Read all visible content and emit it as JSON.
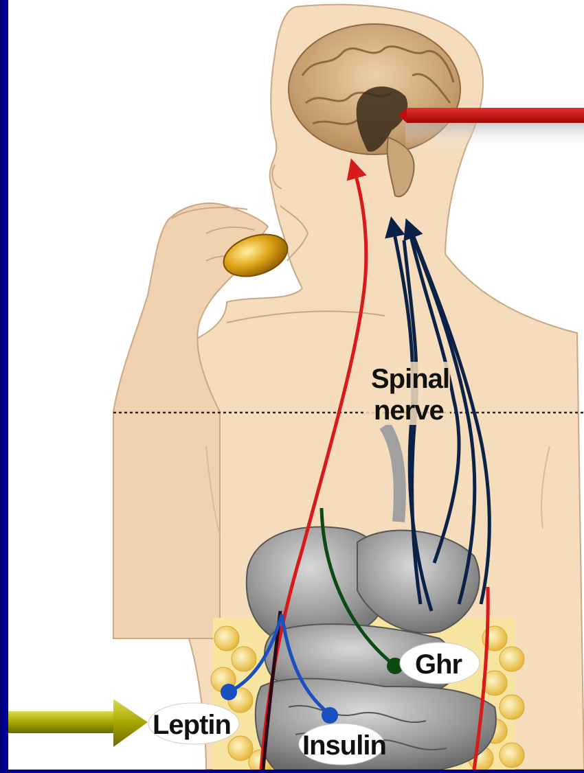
{
  "labels": {
    "spinal_line1": "Spinal",
    "spinal_line2": "nerve",
    "ghrelin": "Ghr",
    "leptin": "Leptin",
    "insulin": "Insulin"
  },
  "colors": {
    "background": "#00008a",
    "skin": "#f5dcbc",
    "brain": "#d9b48c",
    "red_pathway": "#d81a1a",
    "navy_pathway": "#0b2146",
    "green_pathway": "#0c4a14",
    "blue_pathway": "#1a4fbf",
    "pointer_red": "#c40c0c",
    "arrow_olive": "#b8b800",
    "organs": "#9e9e9e",
    "fat": "#f2d46a"
  },
  "icons": {
    "pointer": "red-pointer-arrow-icon",
    "leptin_arrow": "olive-right-arrow-icon",
    "food": "food-morsel-icon"
  }
}
